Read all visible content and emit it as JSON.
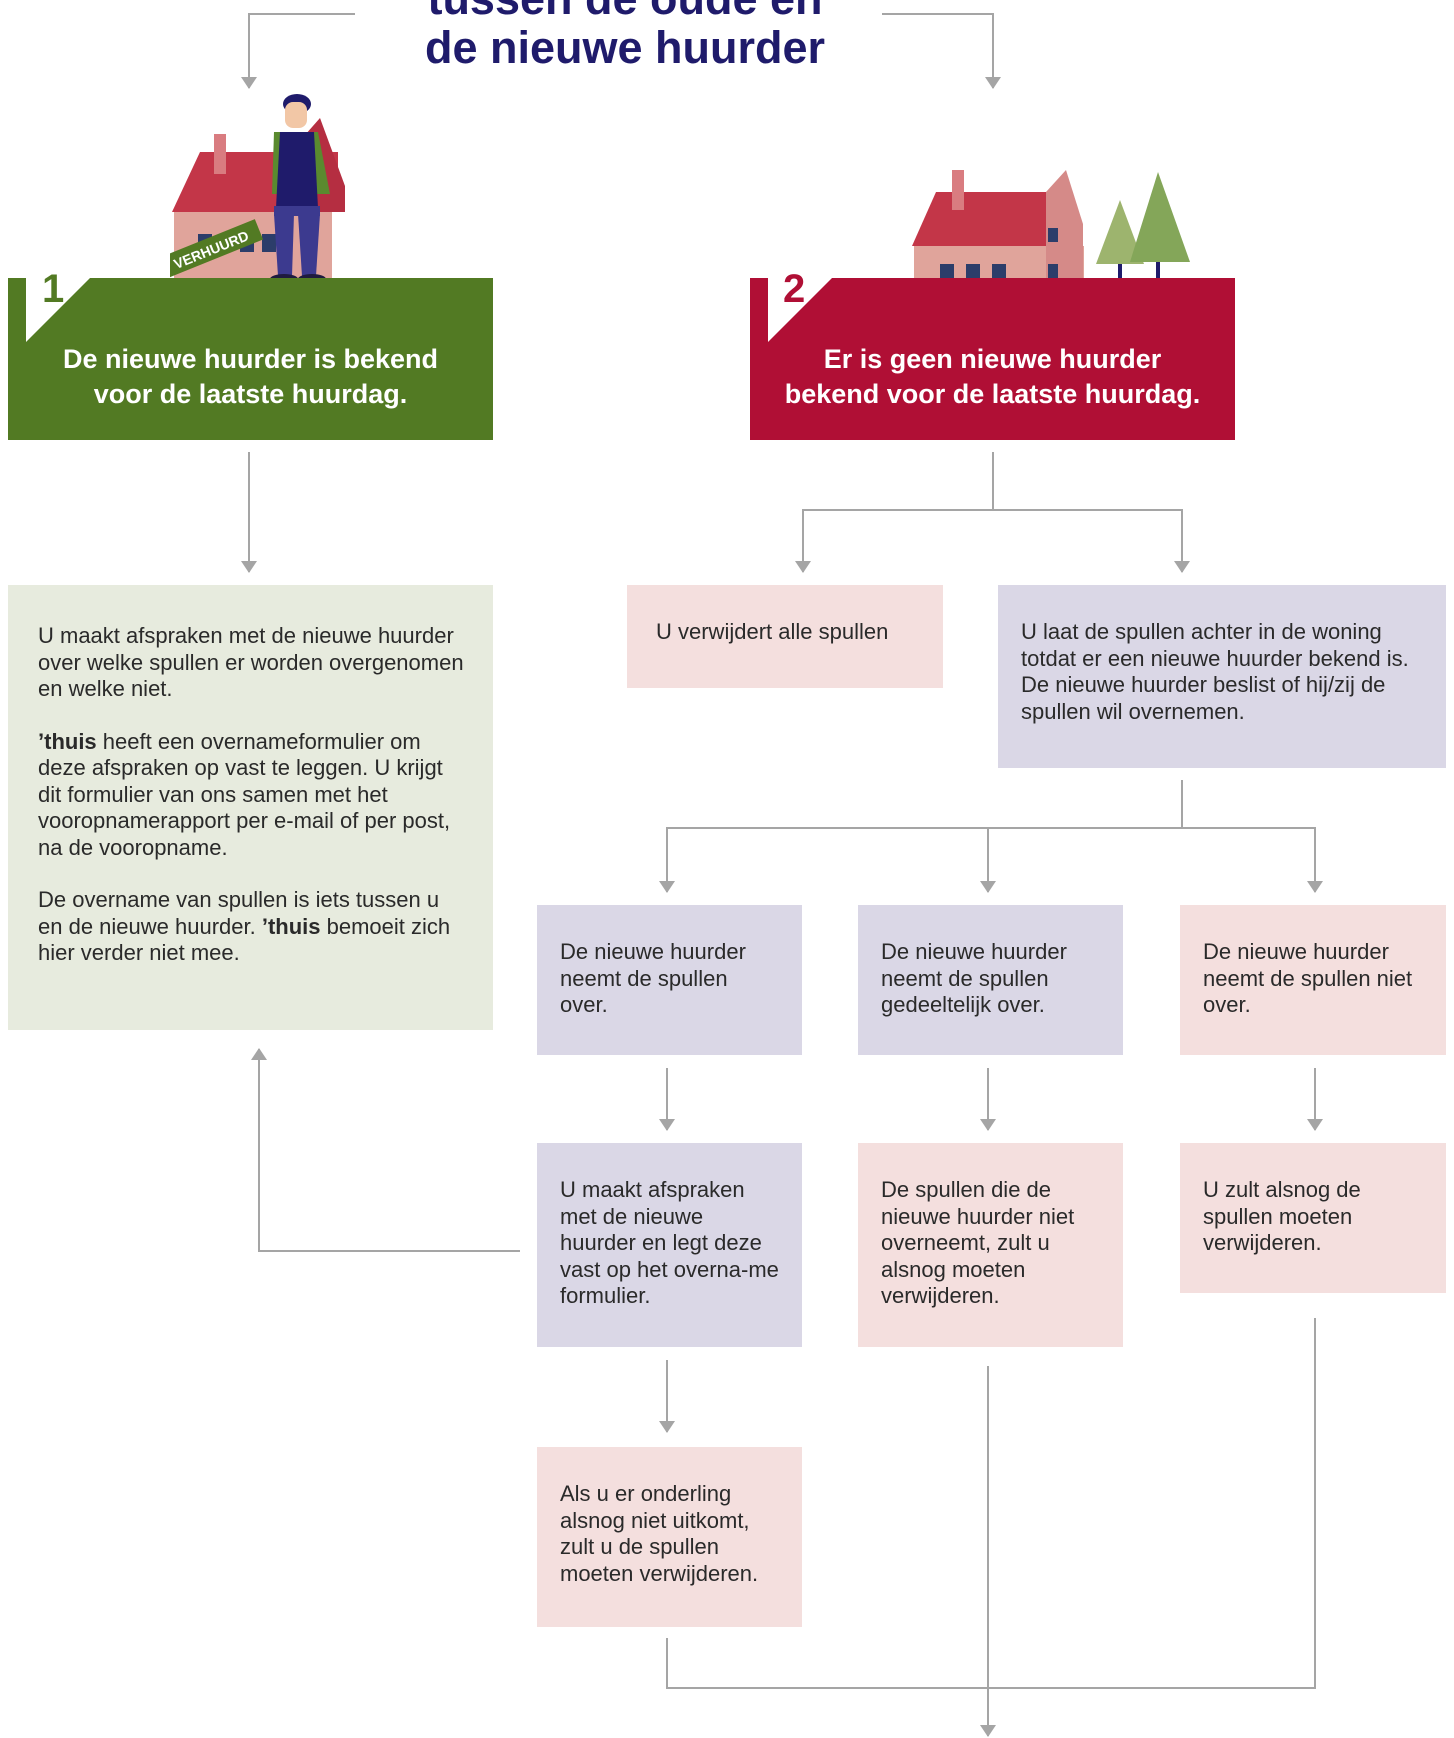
{
  "title": {
    "line1": "tussen de oude en",
    "line2": "de nieuwe huurder"
  },
  "option1": {
    "number": "1",
    "label_line1": "De nieuwe huurder is bekend",
    "label_line2": "voor de laatste huurdag.",
    "color": "#527a23",
    "sign_text": "VERHUURD"
  },
  "option2": {
    "number": "2",
    "label_line1": "Er is geen nieuwe huurder",
    "label_line2": "bekend voor de laatste huurdag.",
    "color": "#b00f35"
  },
  "box_afspraken": {
    "p1": "U maakt afspraken met de nieuwe huurder over welke spullen er worden overgenomen en welke niet.",
    "p2_bold": "’thuis",
    "p2_rest": " heeft een overnameformulier om deze afspraken op vast te leggen. U krijgt dit formulier van ons samen met het vooropnamerapport per e-mail of per post, na de vooropname.",
    "p3_start": "De overname van spullen is iets tussen u en de nieuwe huurder. ",
    "p3_bold": "’thuis",
    "p3_end": " bemoeit zich hier verder niet mee."
  },
  "box_verwijdert": "U verwijdert alle spullen",
  "box_laat": "U laat de spullen achter in de woning totdat er een nieuwe huurder bekend is. De nieuwe huurder beslist of hij/zij de spullen wil overnemen.",
  "box_neemt_over": "De nieuwe huurder neemt de spullen over.",
  "box_gedeeltelijk": "De nieuwe huurder neemt de spullen gedeeltelijk over.",
  "box_niet_over": "De nieuwe huurder neemt de spullen niet over.",
  "box_vastleggen": "U maakt afspraken met de nieuwe huurder en legt deze vast op het overna-me formulier.",
  "box_spullen_die": "De spullen die de nieuwe huurder niet overneemt, zult u alsnog moeten verwijderen.",
  "box_alsnog": "U zult alsnog de spullen moeten verwijderen.",
  "box_onderling": "Als u er onderling alsnog niet uitkomt, zult u de spullen moeten verwijderen.",
  "colors": {
    "line": "#a5a5a5",
    "title": "#1f1b6b",
    "green_box": "#e7ebde",
    "pink_box": "#f4dfde",
    "lavender_box": "#dad7e6"
  }
}
